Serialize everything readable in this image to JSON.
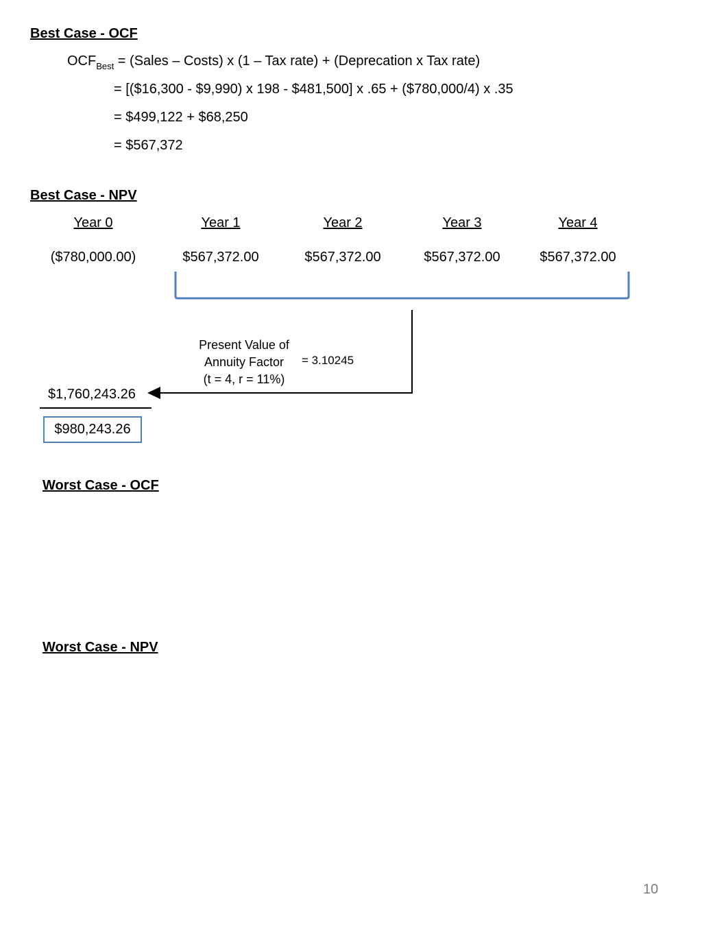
{
  "best_ocf": {
    "heading": "Best Case - OCF",
    "ocf_symbol": "OCF",
    "ocf_subscript": "Best",
    "formula_rest": " = (Sales – Costs) x (1 – Tax rate) + (Deprecation x Tax rate)",
    "step1": "= [($16,300 - $9,990) x 198 - $481,500] x .65 + ($780,000/4) x .35",
    "step2": "= $499,122 + $68,250",
    "step3": "=  $567,372"
  },
  "best_npv": {
    "heading": "Best Case - NPV",
    "years": [
      "Year 0",
      "Year 1",
      "Year 2",
      "Year 3",
      "Year 4"
    ],
    "cash_flows": [
      "($780,000.00)",
      "$567,372.00",
      "$567,372.00",
      "$567,372.00",
      "$567,372.00"
    ],
    "pv_label_lines": [
      "Present Value of",
      "Annuity Factor",
      "(t = 4, r = 11%)"
    ],
    "factor": "= 3.10245",
    "pv_result": "$1,760,243.26",
    "npv_result": "$980,243.26"
  },
  "worst_ocf": {
    "heading": "Worst Case - OCF"
  },
  "worst_npv": {
    "heading": "Worst Case - NPV"
  },
  "page_number": "10",
  "colors": {
    "bracket": "#4f81bd",
    "npv_box_border": "#4f81bd",
    "page_number": "#7f7f7f"
  }
}
